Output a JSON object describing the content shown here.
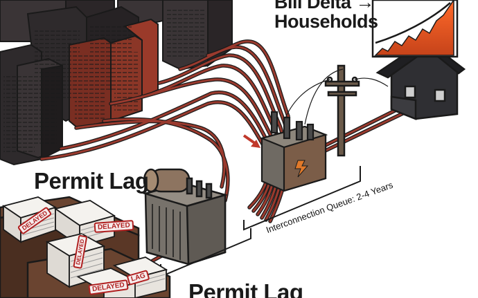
{
  "labels": {
    "bill_delta": "Bill Delta →",
    "households": "Households",
    "permit_lag_top": "Permit Lag",
    "permit_lag_bottom": "Permit Lag",
    "interconnection_queue": "Interconnection Queue: 2-4 Years"
  },
  "stamps": {
    "delayed_1": "DELAYED",
    "delayed_2": "DELAYED",
    "delayed_3": "DELAYED",
    "delayed_4": "DELAYED",
    "lag": "LAG"
  },
  "colors": {
    "outline": "#1a1a1a",
    "server_dark": "#2e2a2c",
    "server_red": "#7a2e22",
    "cable_red": "#9a3a2e",
    "transformer_grey": "#6f6a63",
    "rust": "#8a4a2a",
    "house": "#2f2f33",
    "desk": "#5a3726",
    "chart_fill": "#d9571f"
  },
  "icons": {
    "server_racks": "server-rack-icon",
    "transformer": "transformer-icon",
    "utility_pole": "utility-pole-icon",
    "house": "house-icon",
    "paper_stacks": "document-stack-icon",
    "chart": "rising-chart-icon",
    "warning": "lightning-warning-icon"
  }
}
